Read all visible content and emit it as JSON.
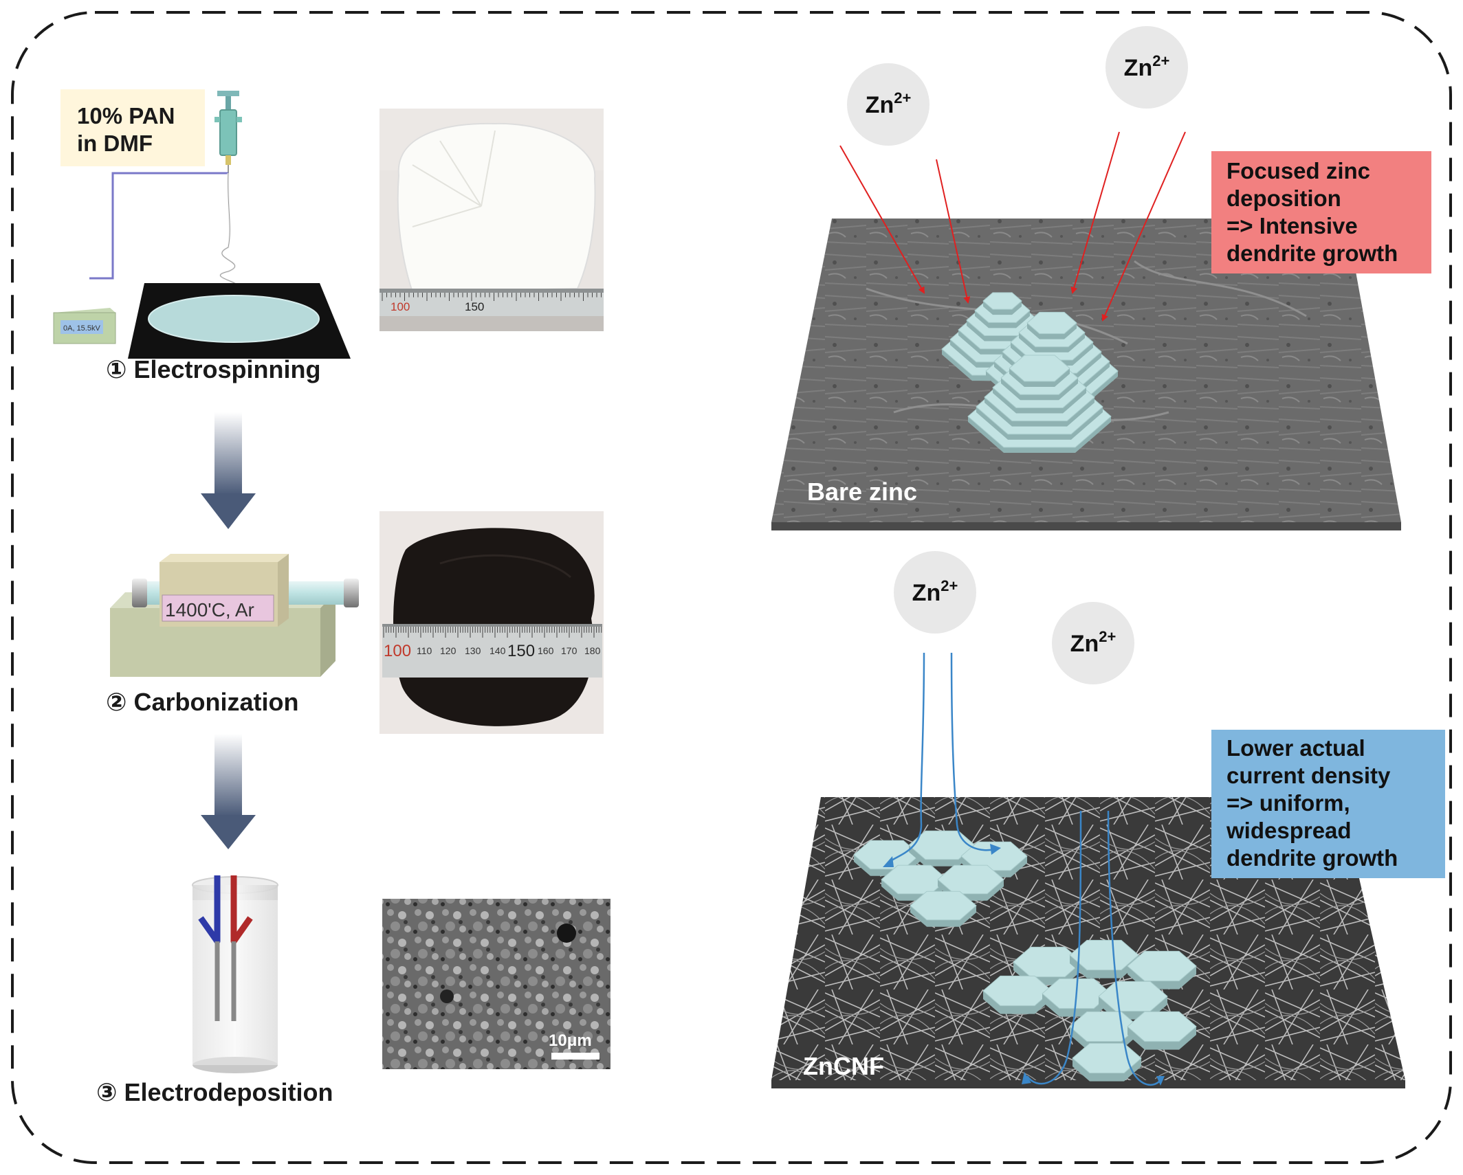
{
  "solution_box": {
    "line1": "10% PAN",
    "line2": "in DMF"
  },
  "power_supply_label": "0A, 15.5kV",
  "furnace_label": "1400'C, Ar",
  "steps": {
    "step1": "① Electrospinning",
    "step2": "② Carbonization",
    "step3": "③ Electrodeposition"
  },
  "ruler_top": {
    "main_number": "150",
    "left_number": "100"
  },
  "ruler_bottom": {
    "main_number": "150",
    "left_number": "100",
    "n110": "110",
    "n120": "120",
    "n130": "130",
    "n140": "140",
    "n160": "160",
    "n170": "170",
    "n180": "180"
  },
  "scale_bar": "10μm",
  "ions": {
    "base": "Zn",
    "charge": "2+"
  },
  "bare": {
    "label": "Bare zinc",
    "note": [
      "Focused zinc",
      "deposition",
      "=> Intensive",
      "dendrite growth"
    ],
    "note_color": "#F28080"
  },
  "cnf": {
    "label": "ZnCNF",
    "note": [
      "Lower actual",
      "current density",
      "=> uniform,",
      "widespread",
      "dendrite growth"
    ],
    "note_color": "#7FB6DE"
  },
  "colors": {
    "deposit": "#C3E3E3",
    "red_arrow": "#E02020",
    "blue_arrow": "#3A86C8",
    "process_arrow": "#4A5A78"
  }
}
